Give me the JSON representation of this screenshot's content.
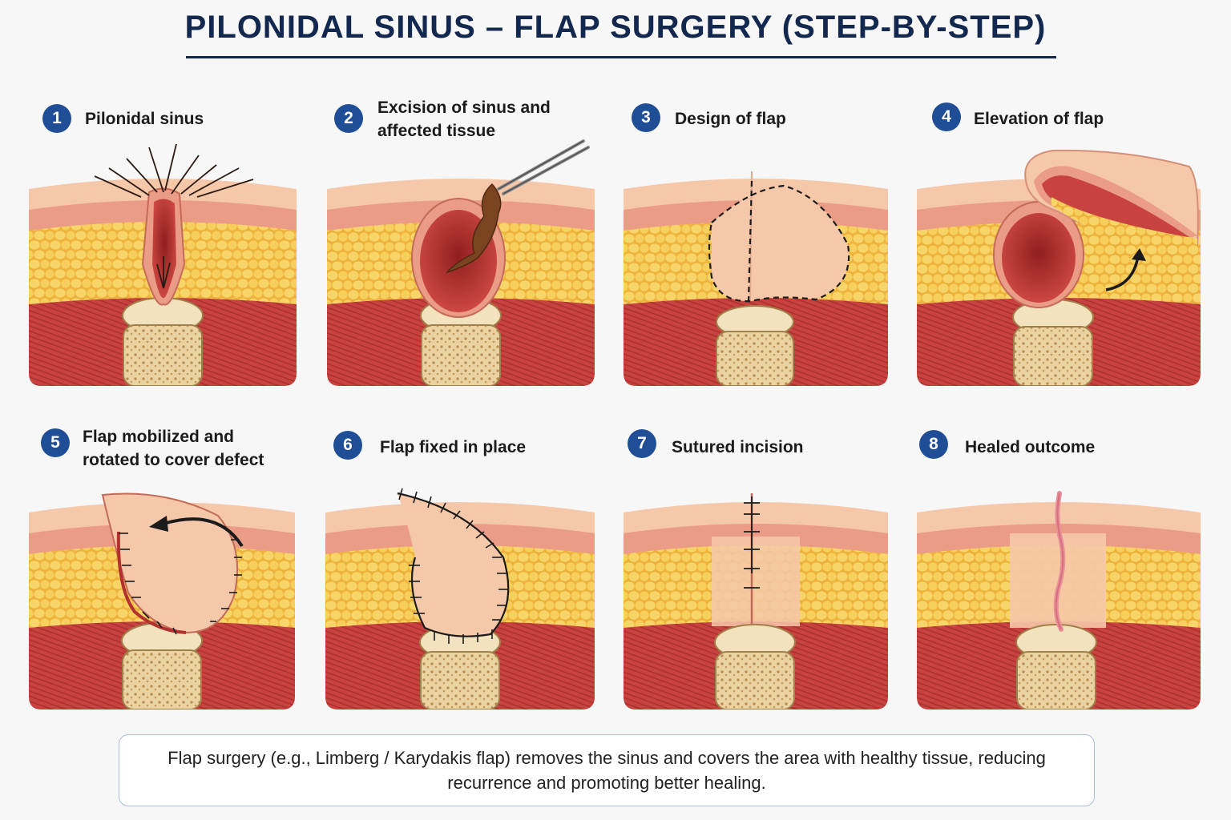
{
  "title": "PILONIDAL SINUS – FLAP SURGERY (STEP-BY-STEP)",
  "steps": [
    {
      "number": "1",
      "label": "Pilonidal sinus"
    },
    {
      "number": "2",
      "label": "Excision of sinus and affected tissue"
    },
    {
      "number": "3",
      "label": "Design of flap"
    },
    {
      "number": "4",
      "label": "Elevation of flap"
    },
    {
      "number": "5",
      "label": "Flap mobilized and rotated to cover defect"
    },
    {
      "number": "6",
      "label": "Flap fixed in place"
    },
    {
      "number": "7",
      "label": "Sutured incision"
    },
    {
      "number": "8",
      "label": "Healed outcome"
    }
  ],
  "caption": "Flap surgery (e.g., Limberg / Karydakis flap) removes the sinus and covers the area with healthy tissue, reducing recurrence and promoting better healing.",
  "colors": {
    "title": "#13284f",
    "badge": "#1f4e96",
    "skin": "#f6c8aa",
    "dermis": "#eb9c86",
    "fat": "#f6cf5c",
    "muscle": "#c8423f",
    "bone": "#f2e2bd",
    "wound": "#b2302e"
  }
}
